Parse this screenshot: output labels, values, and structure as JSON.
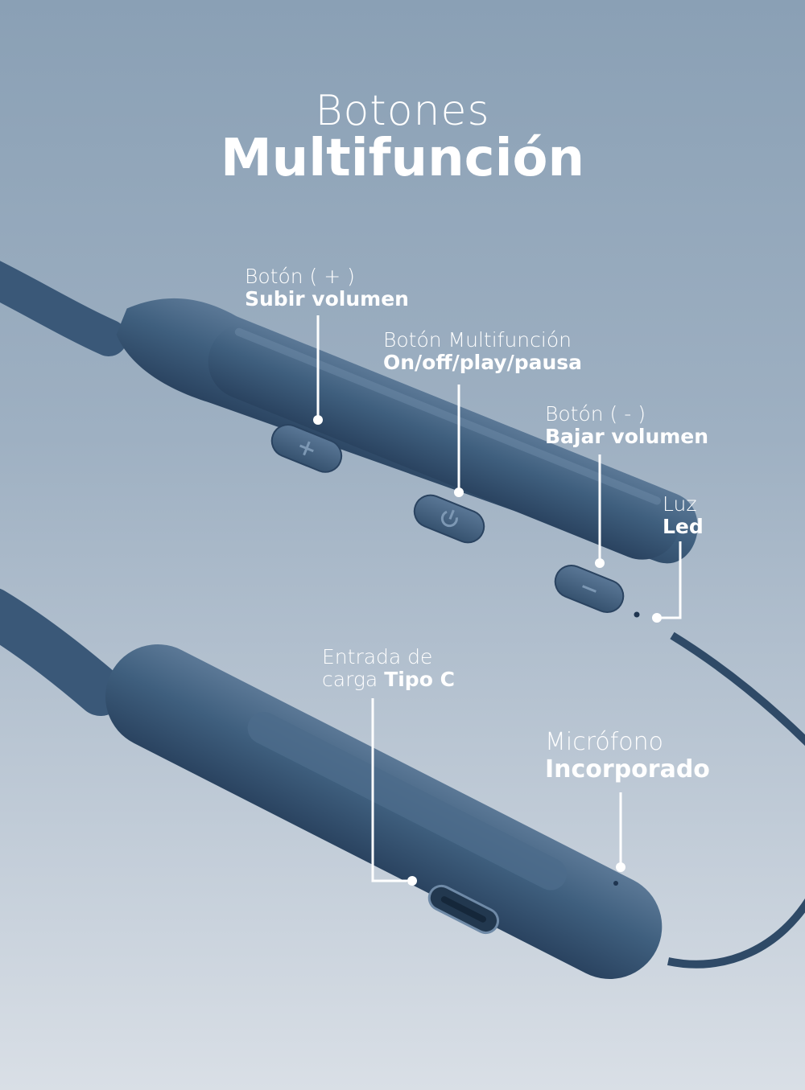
{
  "heading": {
    "line1": "Botones",
    "line2": "Multifunción"
  },
  "labels": {
    "vol_up": {
      "line1": "Botón ( + )",
      "line2": "Subir volumen"
    },
    "multi": {
      "line1": "Botón Multifunción",
      "line2": "On/off/play/pausa"
    },
    "vol_down": {
      "line1": "Botón ( - )",
      "line2": "Bajar volumen"
    },
    "led": {
      "line1": "Luz",
      "line2": "Led"
    },
    "charge": {
      "line1": "Entrada de",
      "line2_prefix": "carga ",
      "line2_bold": "Tipo C"
    },
    "mic": {
      "line1": "Micrófono",
      "line2": "Incorporado"
    }
  },
  "icons": {
    "vol_up_button": "plus-icon",
    "multi_button": "power-icon",
    "vol_down_button": "minus-icon"
  },
  "colors": {
    "device": "#3f5f7e",
    "device_dark": "#2c4662",
    "callout": "#ffffff"
  }
}
